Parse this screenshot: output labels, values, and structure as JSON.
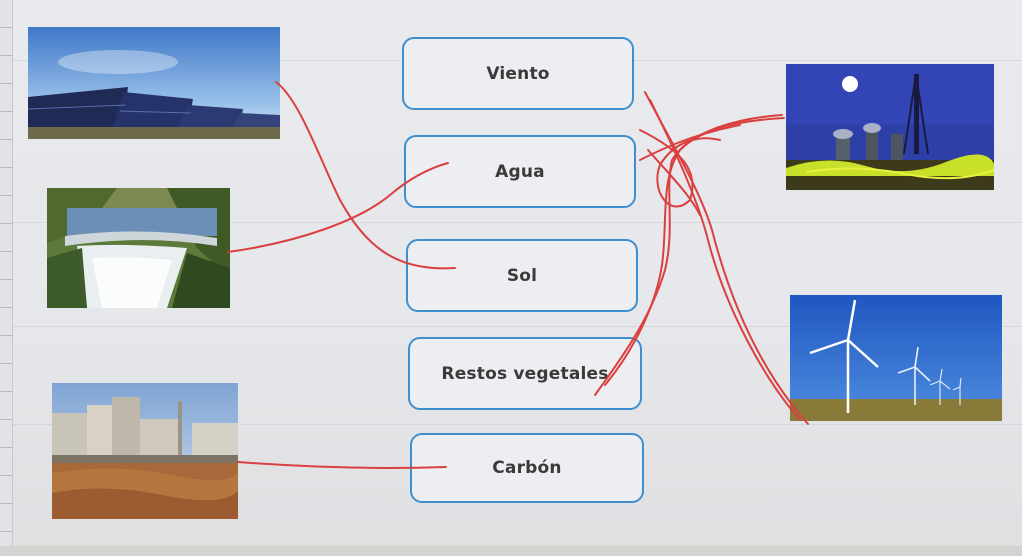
{
  "words": [
    {
      "id": "viento",
      "label": "Viento"
    },
    {
      "id": "agua",
      "label": "Agua"
    },
    {
      "id": "sol",
      "label": "Sol"
    },
    {
      "id": "restos",
      "label": "Restos vegetales"
    },
    {
      "id": "carbon",
      "label": "Carbón"
    }
  ],
  "left_images": [
    {
      "name": "solar-panels-photo"
    },
    {
      "name": "dam-waterfall-photo"
    },
    {
      "name": "coal-power-plant-photo"
    }
  ],
  "right_images": [
    {
      "name": "biomass-plant-night-photo"
    },
    {
      "name": "wind-turbines-photo"
    }
  ],
  "colors": {
    "box_border": "#3f8fcf",
    "drawn_lines": "#d9403f"
  }
}
